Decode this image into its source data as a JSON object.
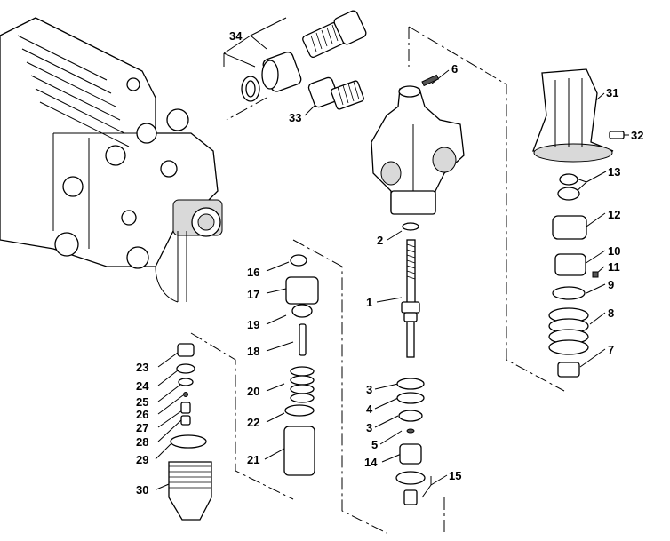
{
  "parts": [
    {
      "id": "p1",
      "label": "1"
    },
    {
      "id": "p2",
      "label": "2"
    },
    {
      "id": "p3a",
      "label": "3"
    },
    {
      "id": "p3b",
      "label": "3"
    },
    {
      "id": "p4",
      "label": "4"
    },
    {
      "id": "p5",
      "label": "5"
    },
    {
      "id": "p6",
      "label": "6"
    },
    {
      "id": "p7",
      "label": "7"
    },
    {
      "id": "p8",
      "label": "8"
    },
    {
      "id": "p9",
      "label": "9"
    },
    {
      "id": "p10",
      "label": "10"
    },
    {
      "id": "p11",
      "label": "11"
    },
    {
      "id": "p12",
      "label": "12"
    },
    {
      "id": "p13",
      "label": "13"
    },
    {
      "id": "p14",
      "label": "14"
    },
    {
      "id": "p15",
      "label": "15"
    },
    {
      "id": "p16",
      "label": "16"
    },
    {
      "id": "p17",
      "label": "17"
    },
    {
      "id": "p18",
      "label": "18"
    },
    {
      "id": "p19",
      "label": "19"
    },
    {
      "id": "p20",
      "label": "20"
    },
    {
      "id": "p21",
      "label": "21"
    },
    {
      "id": "p22",
      "label": "22"
    },
    {
      "id": "p23",
      "label": "23"
    },
    {
      "id": "p24",
      "label": "24"
    },
    {
      "id": "p25",
      "label": "25"
    },
    {
      "id": "p26",
      "label": "26"
    },
    {
      "id": "p27",
      "label": "27"
    },
    {
      "id": "p28",
      "label": "28"
    },
    {
      "id": "p29",
      "label": "29"
    },
    {
      "id": "p30",
      "label": "30"
    },
    {
      "id": "p31",
      "label": "31"
    },
    {
      "id": "p32",
      "label": "32"
    },
    {
      "id": "p33",
      "label": "33"
    },
    {
      "id": "p34",
      "label": "34"
    }
  ]
}
